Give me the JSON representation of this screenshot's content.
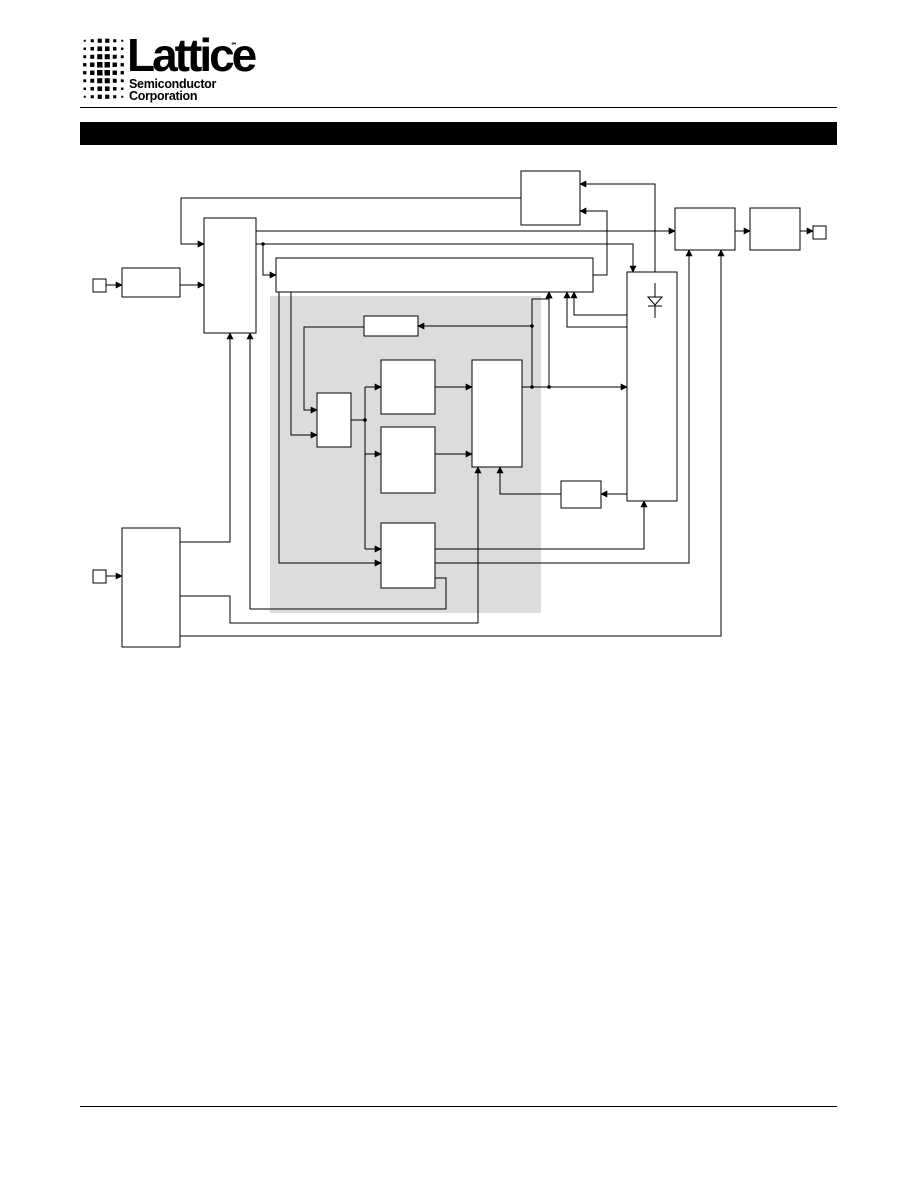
{
  "header": {
    "brand": {
      "name": "Lattice",
      "tm": "℠",
      "line1": "Semiconductor",
      "line2": "Corporation"
    },
    "title": ""
  },
  "colors": {
    "title_bar": "#000000",
    "shaded_region": "#dcdcdc",
    "line": "#000000"
  },
  "diagram": {
    "blocks": [
      "block-top-right-upper",
      "block-left-input",
      "block-left-mux",
      "block-wide-bus",
      "block-right-tall",
      "block-output-1",
      "block-output-2",
      "block-small-feedback",
      "block-upper-inner-1",
      "block-lower-inner-1",
      "block-selector",
      "block-combiner",
      "block-bottom-inner",
      "block-small-right",
      "block-bottom-left-control"
    ],
    "pins": [
      "pin-input-1",
      "pin-input-2",
      "pin-output"
    ]
  }
}
